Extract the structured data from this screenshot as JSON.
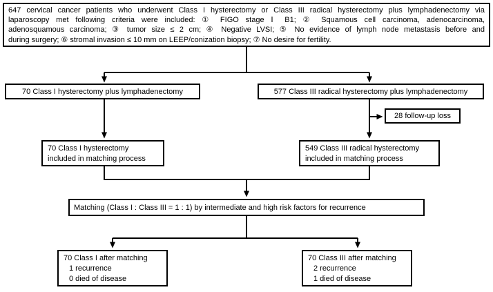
{
  "colors": {
    "line": "#000000",
    "text": "#000000",
    "background": "#ffffff"
  },
  "criteria": {
    "lines": [
      "647 cervical cancer patients who underwent Class I hysterectomy or Class III radical hysterectomy plus lymphadenectomy via",
      "laparoscopy met following criteria were included: ① FIGO stage Ⅰ B1; ② Squamous cell carcinoma, adenocarcinoma,",
      "adenosquamous carcinoma; ③ tumor size ≤ 2 cm; ④ Negative LVSI; ⑤ No evidence of lymph node metastasis before and",
      "during surgery; ⑥ stromal invasion ≤ 10 mm on LEEP/conization biopsy; ⑦ No desire for fertility."
    ]
  },
  "arms": {
    "class1_surgery": "70 Class I hysterectomy  plus lymphadenectomy",
    "class3_surgery": "577 Class III radical hysterectomy plus lymphadenectomy",
    "followup_loss": "28 follow-up loss",
    "class1_matching": {
      "lines": [
        "70 Class I hysterectomy",
        "included in matching process"
      ]
    },
    "class3_matching": {
      "lines": [
        "549 Class III radical hysterectomy",
        "included in matching process"
      ]
    },
    "matching_rule": "Matching (Class I : Class III = 1 : 1) by intermediate and high risk factors for recurrence",
    "class1_outcome": {
      "lines": [
        "70 Class I  after matching",
        "1 recurrence",
        "0 died of disease"
      ]
    },
    "class3_outcome": {
      "lines": [
        "70 Class III  after matching",
        "2 recurrence",
        "1 died of disease"
      ]
    }
  }
}
